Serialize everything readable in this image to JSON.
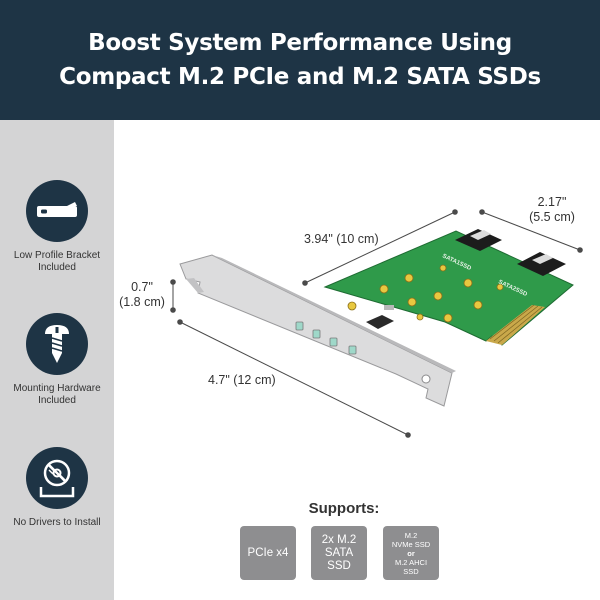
{
  "header": {
    "title_line1": "Boost System Performance Using",
    "title_line2": "Compact M.2 PCIe and M.2 SATA SSDs"
  },
  "features": [
    {
      "icon": "bracket-icon",
      "label_line1": "Low Profile Bracket",
      "label_line2": "Included"
    },
    {
      "icon": "screw-icon",
      "label_line1": "Mounting Hardware",
      "label_line2": "Included"
    },
    {
      "icon": "no-drivers-icon",
      "label_line1": "No Drivers to Install",
      "label_line2": ""
    }
  ],
  "dimensions": {
    "length_card": "3.94\" (10 cm)",
    "width_top": "2.17\"",
    "width_bottom": "(5.5 cm)",
    "height_top": "0.7\"",
    "height_bottom": "(1.8 cm)",
    "length_bracket": "4.7\" (12 cm)"
  },
  "board_labels": {
    "sata1": "SATA1SSD",
    "sata2": "SATA2SSD"
  },
  "supports": {
    "title": "Supports:",
    "tile1": "PCIe x4",
    "tile2_line1": "2x M.2",
    "tile2_line2": "SATA",
    "tile2_line3": "SSD",
    "tile3_line1": "M.2",
    "tile3_line2": "NVMe SSD",
    "tile3_or": "or",
    "tile3_line3": "M.2 AHCI",
    "tile3_line4": "SSD"
  },
  "colors": {
    "header_bg": "#1e3445",
    "sidebar_bg": "#d4d4d5",
    "tile_bg": "#8e8e90",
    "pcb_green": "#2f9a4a"
  }
}
